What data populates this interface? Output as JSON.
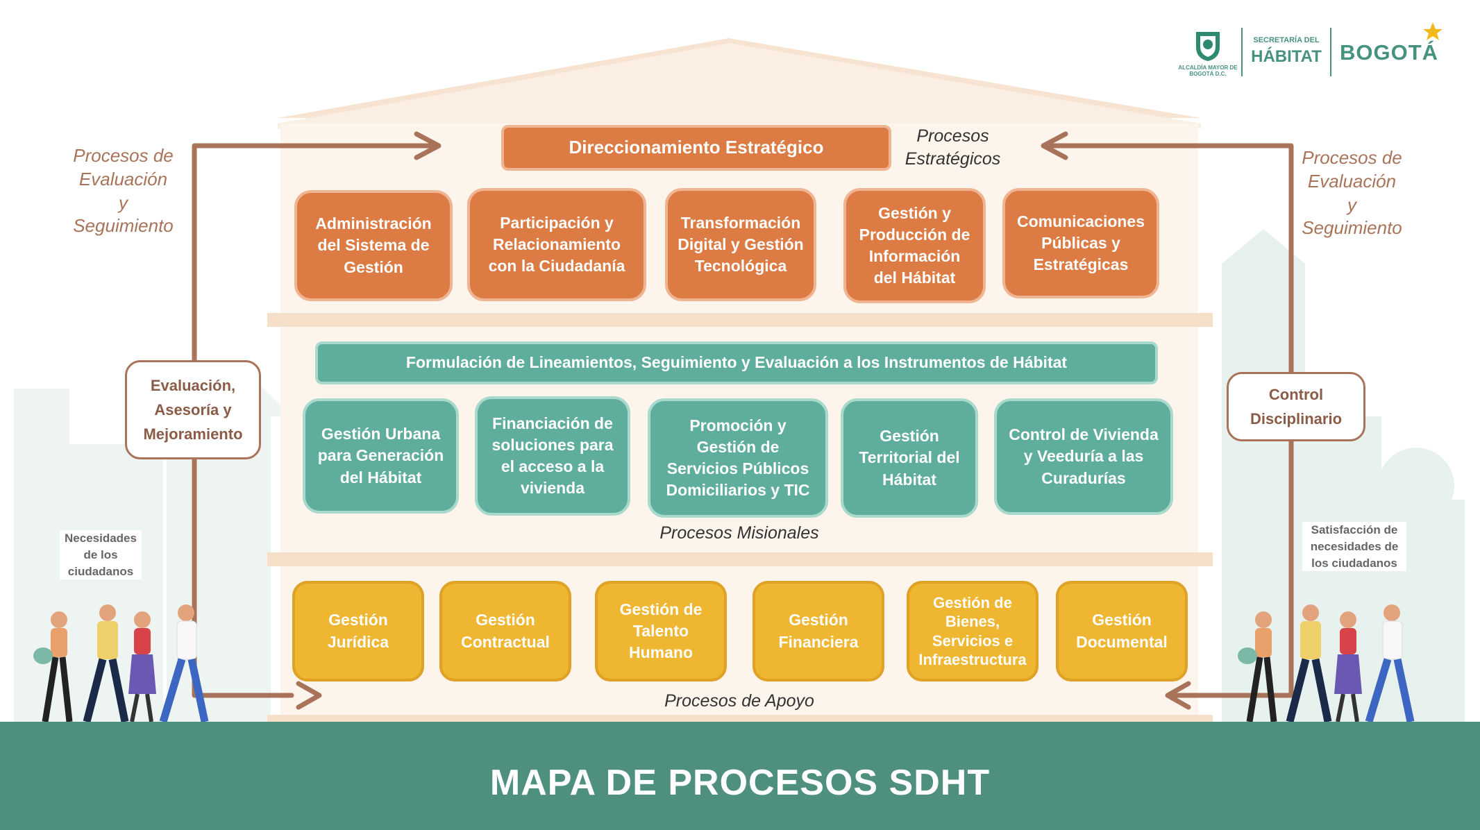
{
  "logos": {
    "alcaldia": "ALCALDÍA MAYOR DE BOGOTÁ D.C.",
    "secretaria_line1": "SECRETARÍA DEL",
    "secretaria_line2": "HÁBITAT",
    "bogota": "BOGOTÁ"
  },
  "strategic": {
    "banner": "Direccionamiento Estratégico",
    "label": "Procesos Estratégicos",
    "boxes": [
      "Administración del Sistema de Gestión",
      "Participación y Relacionamiento con la Ciudadanía",
      "Transformación Digital y Gestión Tecnológica",
      "Gestión y Producción de Información del Hábitat",
      "Comunicaciones Públicas y Estratégicas"
    ]
  },
  "missional": {
    "banner": "Formulación de Lineamientos, Seguimiento y Evaluación a los Instrumentos de Hábitat",
    "label": "Procesos Misionales",
    "boxes": [
      "Gestión Urbana para Generación del Hábitat",
      "Financiación de soluciones para el acceso a la vivienda",
      "Promoción y Gestión de Servicios Públicos Domiciliarios y TIC",
      "Gestión Territorial del Hábitat",
      "Control de Vivienda y Veeduría a las Curadurías"
    ]
  },
  "support": {
    "label": "Procesos de Apoyo",
    "boxes": [
      "Gestión Jurídica",
      "Gestión Contractual",
      "Gestión de Talento Humano",
      "Gestión Financiera",
      "Gestión de Bienes, Servicios e Infraestructura",
      "Gestión Documental"
    ]
  },
  "left": {
    "side_label": "Procesos de Evaluación y Seguimiento",
    "box": "Evaluación, Asesoría y Mejoramiento",
    "need": "Necesidades de los ciudadanos"
  },
  "right": {
    "side_label": "Procesos de Evaluación y Seguimiento",
    "box": "Control Disciplinario",
    "need": "Satisfacción de necesidades de los ciudadanos"
  },
  "footer": {
    "title": "MAPA DE PROCESOS SDHT"
  },
  "colors": {
    "strategic": "#dc7b43",
    "missional": "#5fad9c",
    "support": "#efb631",
    "arrow": "#a9735a",
    "footer": "#4e907d"
  }
}
